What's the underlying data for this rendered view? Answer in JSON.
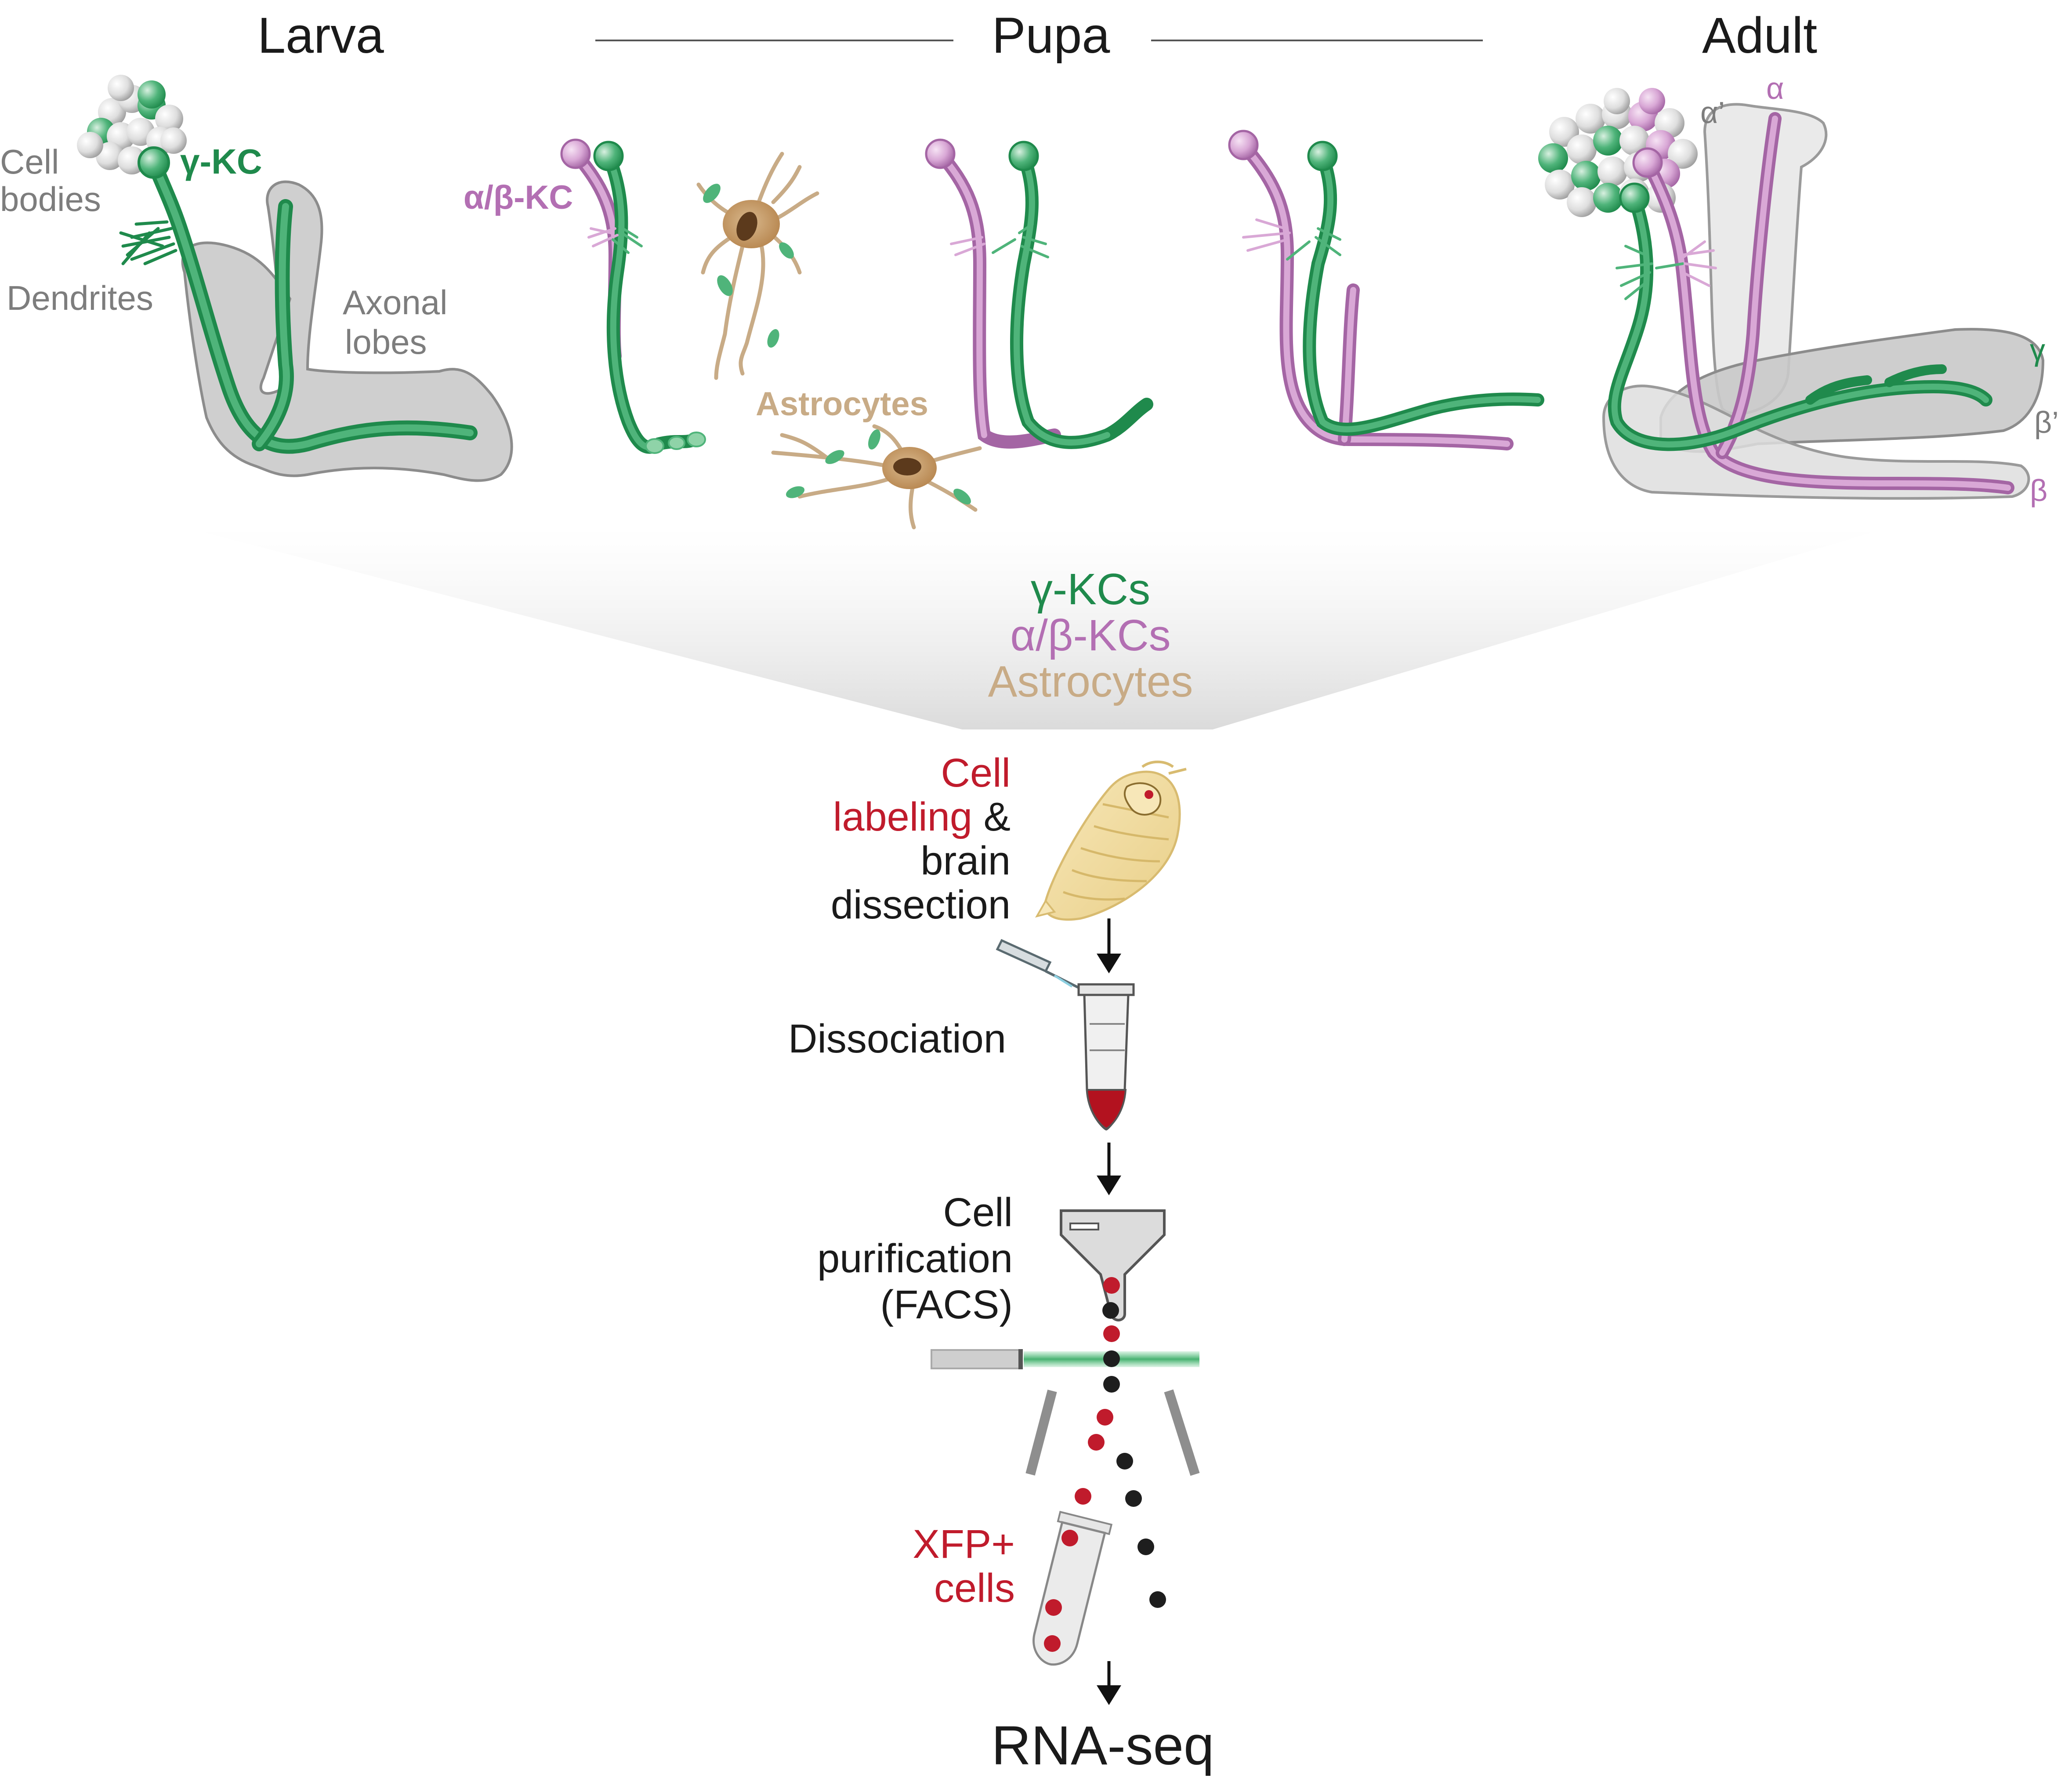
{
  "stages": {
    "larva": "Larva",
    "pupa": "Pupa",
    "adult": "Adult"
  },
  "larva_labels": {
    "cell_line1": "Cell",
    "cell_line2": "bodies",
    "gamma_kc": "γ-KC",
    "dendrites": "Dendrites",
    "axonal_line1": "Axonal",
    "axonal_line2": "lobes"
  },
  "pupa_labels": {
    "ab_kc": "α/β-KC",
    "astrocytes": "Astrocytes"
  },
  "adult_labels": {
    "alpha_prime": "α’",
    "alpha": "α",
    "gamma": "γ",
    "beta_prime": "β’",
    "beta": "β"
  },
  "cell_types": {
    "gamma": "γ-KCs",
    "ab": "α/β-KCs",
    "astro": "Astrocytes"
  },
  "steps": {
    "labeling_line1": "Cell",
    "labeling_line2_a": "labeling",
    "labeling_line2_b": " &",
    "labeling_line3": "brain",
    "labeling_line4": "dissection",
    "dissociation": "Dissociation",
    "purification_line1": "Cell",
    "purification_line2": "purification",
    "purification_line3": "(FACS)",
    "xfp_line1": "XFP+",
    "xfp_line2": "cells",
    "rnaseq": "RNA-seq"
  },
  "colors": {
    "gamma_green": "#1f8a4c",
    "gamma_light": "#4fb47a",
    "ab_pink": "#b36fb3",
    "ab_light": "#d9a8d6",
    "astro_tan": "#c8ab86",
    "astro_dark": "#5c3a1c",
    "lobe_gray": "#cfcfcf",
    "label_gray": "#7d7d7d",
    "step_red": "#c01b2c",
    "cell_black": "#1e1e1e"
  }
}
